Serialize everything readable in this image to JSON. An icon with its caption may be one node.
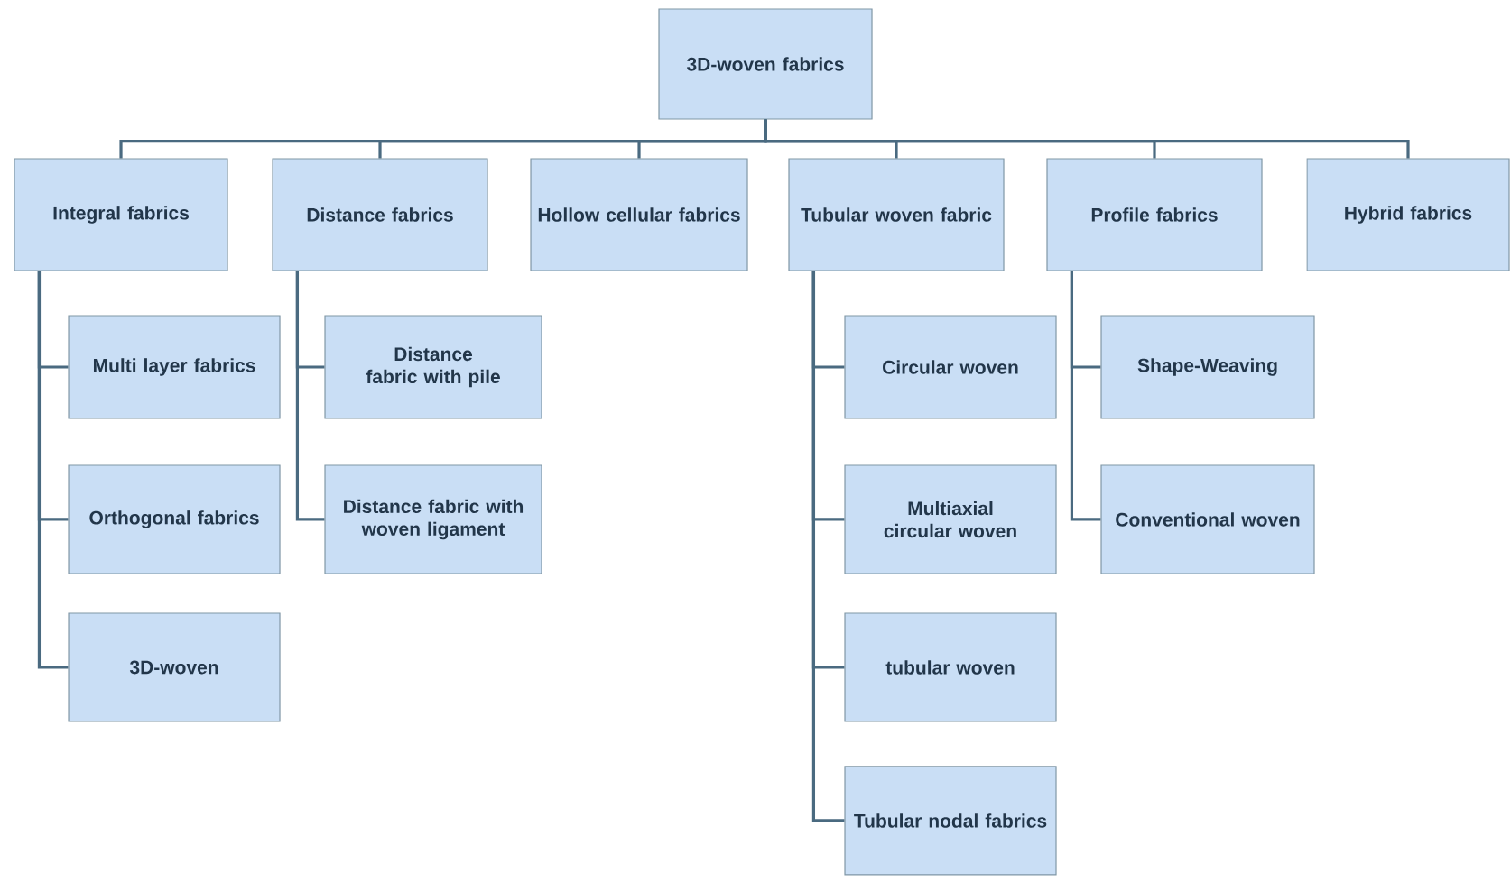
{
  "diagram": {
    "nodes": [
      {
        "text": [
          "3D-woven fabrics"
        ]
      },
      {
        "text": [
          "Integral fabrics"
        ]
      },
      {
        "text": [
          "Distance fabrics"
        ]
      },
      {
        "text": [
          "Hollow cellular fabrics"
        ]
      },
      {
        "text": [
          "Tubular woven fabric"
        ]
      },
      {
        "text": [
          "Profile fabrics"
        ]
      },
      {
        "text": [
          "Hybrid fabrics"
        ]
      },
      {
        "text": [
          "Multi layer fabrics"
        ]
      },
      {
        "text": [
          "Orthogonal fabrics"
        ]
      },
      {
        "text": [
          "3D-woven"
        ]
      },
      {
        "text": [
          "Distance fabric with pile"
        ]
      },
      {
        "text": [
          "Distance fabric with woven ligament"
        ]
      },
      {
        "text": [
          "Circular woven"
        ]
      },
      {
        "text": [
          "Multiaxial circular woven"
        ]
      },
      {
        "text": [
          "tubular woven"
        ]
      },
      {
        "text": [
          "Tubular nodal fabrics"
        ]
      },
      {
        "text": [
          "Shape-Weaving"
        ]
      },
      {
        "text": [
          "Conventional woven"
        ]
      }
    ],
    "edges": [
      {
        "from": 0,
        "to": 1,
        "arrow": "none"
      },
      {
        "from": 0,
        "to": 2,
        "arrow": "none"
      },
      {
        "from": 0,
        "to": 3,
        "arrow": "none"
      },
      {
        "from": 0,
        "to": 4,
        "arrow": "none"
      },
      {
        "from": 0,
        "to": 5,
        "arrow": "none"
      },
      {
        "from": 0,
        "to": 6,
        "arrow": "none"
      },
      {
        "from": 1,
        "to": 7,
        "arrow": "none"
      },
      {
        "from": 1,
        "to": 8,
        "arrow": "none"
      },
      {
        "from": 1,
        "to": 9,
        "arrow": "none"
      },
      {
        "from": 2,
        "to": 10,
        "arrow": "none"
      },
      {
        "from": 2,
        "to": 11,
        "arrow": "none"
      },
      {
        "from": 4,
        "to": 12,
        "arrow": "none"
      },
      {
        "from": 4,
        "to": 13,
        "arrow": "none"
      },
      {
        "from": 4,
        "to": 14,
        "arrow": "none"
      },
      {
        "from": 4,
        "to": 15,
        "arrow": "none"
      },
      {
        "from": 5,
        "to": 16,
        "arrow": "none"
      },
      {
        "from": 5,
        "to": 17,
        "arrow": "none"
      }
    ]
  }
}
